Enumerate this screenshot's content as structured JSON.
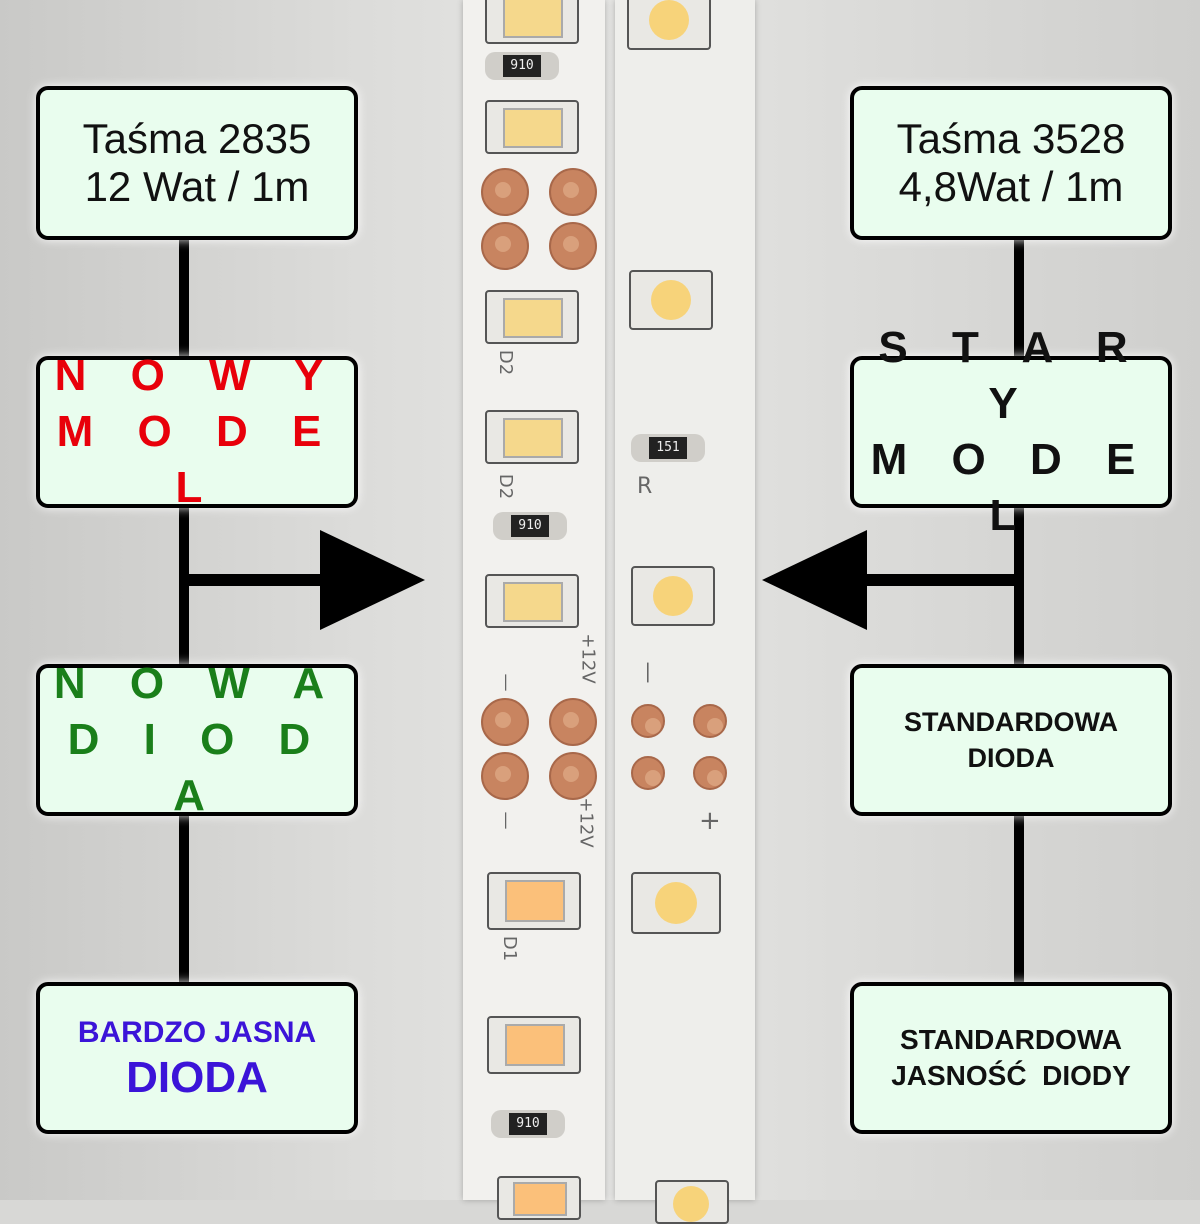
{
  "colors": {
    "box_fill": "#e9fdee",
    "nowy_red": "#e8000a",
    "nowa_green": "#1a7f1a",
    "bardzo_purple": "#3b14d8"
  },
  "left": {
    "tasma_line1": "Taśma 2835",
    "tasma_line2": "12 Wat / 1m",
    "model_line1": "N O W Y",
    "model_line2": "M O D E L",
    "dioda_line1": "N O W A",
    "dioda_line2": "D I O D A",
    "jasna_line1": "BARDZO JASNA",
    "jasna_line2": "DIODA"
  },
  "right": {
    "tasma_line1": "Taśma 3528",
    "tasma_line2": "4,8Wat / 1m",
    "model_line1": "S T A R Y",
    "model_line2": "M O D E L",
    "dioda_line1": "STANDARDOWA",
    "dioda_line2": "DIODA",
    "jasna_line1": "STANDARDOWA",
    "jasna_line2": "JASNOŚĆ  DIODY"
  },
  "strip_marks": {
    "resistor": "910",
    "resistor_right": "151",
    "d1": "D1",
    "d2": "D2",
    "plus12v": "+12V",
    "minus": "—",
    "r": "R",
    "plus": "+"
  }
}
